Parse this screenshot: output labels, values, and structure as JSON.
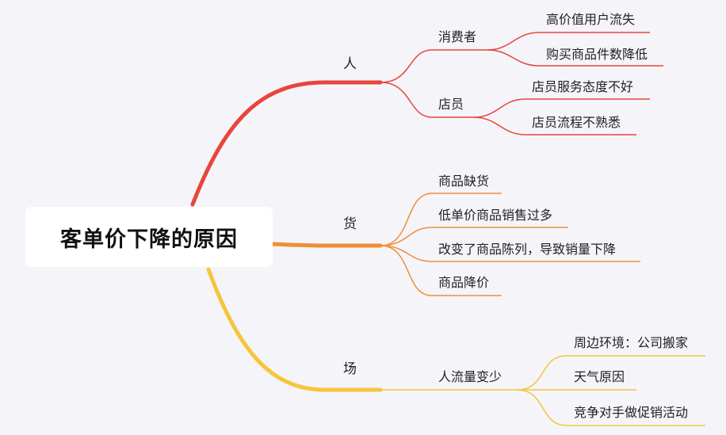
{
  "root": {
    "label": "客单价下降的原因"
  },
  "colors": {
    "branch_1": "#e8453c",
    "branch_2": "#ef8f35",
    "branch_3": "#f5c53c"
  },
  "branches": [
    {
      "label": "人",
      "children": [
        {
          "label": "消费者",
          "children": [
            {
              "label": "高价值用户流失"
            },
            {
              "label": "购买商品件数降低"
            }
          ]
        },
        {
          "label": "店员",
          "children": [
            {
              "label": "店员服务态度不好"
            },
            {
              "label": "店员流程不熟悉"
            }
          ]
        }
      ]
    },
    {
      "label": "货",
      "children": [
        {
          "label": "商品缺货"
        },
        {
          "label": "低单价商品销售过多"
        },
        {
          "label": "改变了商品陈列，导致销量下降"
        },
        {
          "label": "商品降价"
        }
      ]
    },
    {
      "label": "场",
      "children": [
        {
          "label": "人流量变少",
          "children": [
            {
              "label": "周边环境：公司搬家"
            },
            {
              "label": "天气原因"
            },
            {
              "label": "竞争对手做促销活动"
            }
          ]
        }
      ]
    }
  ]
}
